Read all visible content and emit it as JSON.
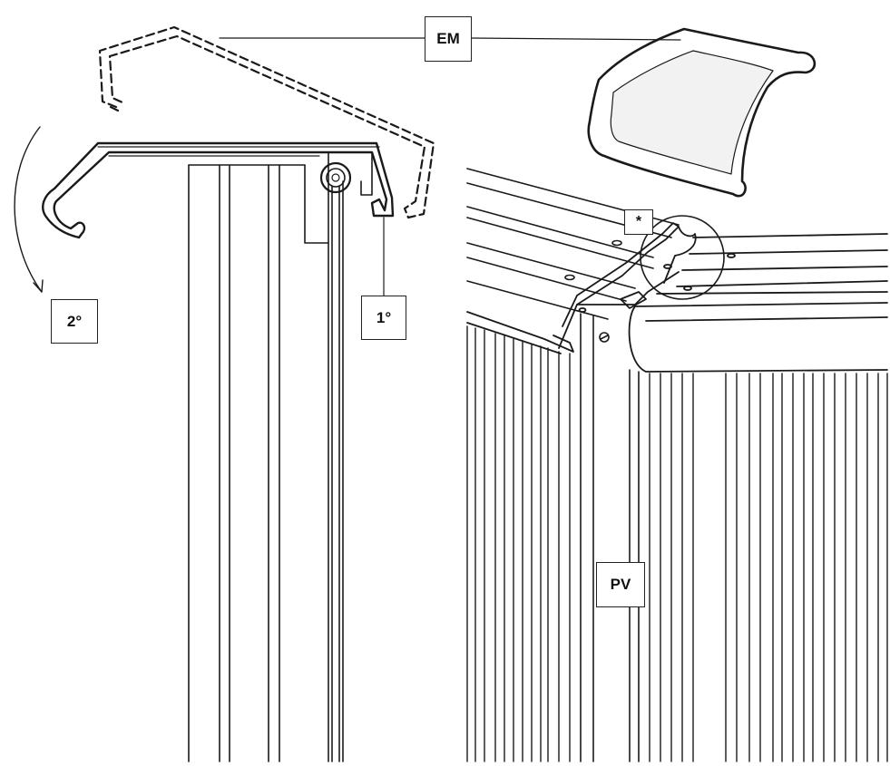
{
  "callouts": {
    "em": "EM",
    "first": "1°",
    "second": "2°",
    "star": "*",
    "pv": "PV"
  },
  "colors": {
    "line": "#1a1a1a",
    "panel_fill": "#ffffff",
    "pad_fill": "#f2f2f2"
  }
}
